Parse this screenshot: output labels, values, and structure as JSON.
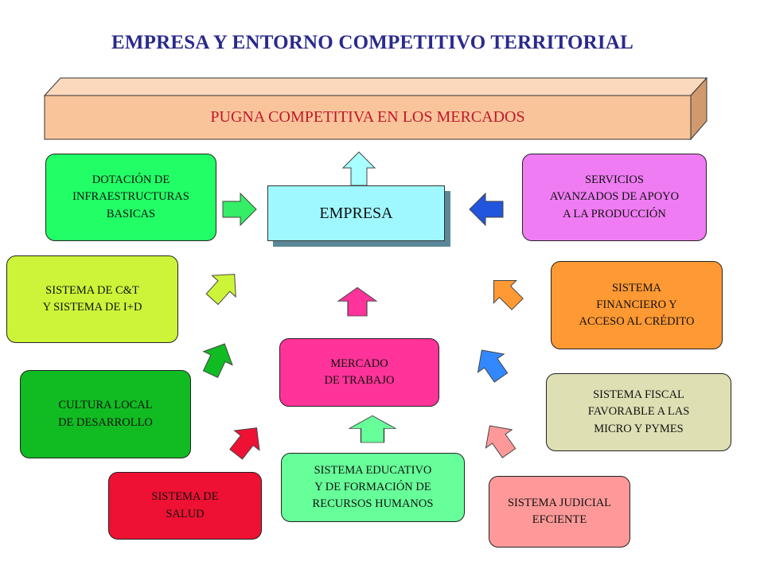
{
  "title": "EMPRESA Y ENTORNO COMPETITIVO TERRITORIAL",
  "banner": "PUGNA COMPETITIVA EN LOS MERCADOS",
  "center": "EMPRESA",
  "boxes": {
    "infraestructuras": "DOTACIÓN DE\nINFRAESTRUCTURAS\nBASICAS",
    "servicios": "SERVICIOS\nAVANZADOS DE APOYO\nA LA PRODUCCIÓN",
    "cyt": "SISTEMA DE C&T\nY SISTEMA DE I+D",
    "financiero": "SISTEMA\nFINANCIERO Y\nACCESO AL CRÉDITO",
    "mercado_trabajo": "MERCADO\nDE TRABAJO",
    "cultura": "CULTURA LOCAL\nDE DESARROLLO",
    "fiscal": "SISTEMA FISCAL\nFAVORABLE A LAS\nMICRO Y PYMES",
    "salud": "SISTEMA DE\nSALUD",
    "educativo": "SISTEMA EDUCATIVO\nY DE FORMACIÓN DE\nRECURSOS HUMANOS",
    "judicial": "SISTEMA JUDICIAL\nEFCIENTE"
  },
  "colors": {
    "title": "#2a2a8c",
    "banner_fill": "#f9c49a",
    "banner_text": "#c0182a",
    "empresa": "#9ff8ff",
    "infraestructuras": "#22ff66",
    "servicios": "#f07cf3",
    "cyt": "#ccf53a",
    "financiero": "#ff9933",
    "mercado_trabajo": "#ff3399",
    "cultura": "#11bb22",
    "fiscal": "#dfdfb4",
    "salud": "#ee1133",
    "educativo": "#66ff99",
    "judicial": "#ff9999"
  }
}
